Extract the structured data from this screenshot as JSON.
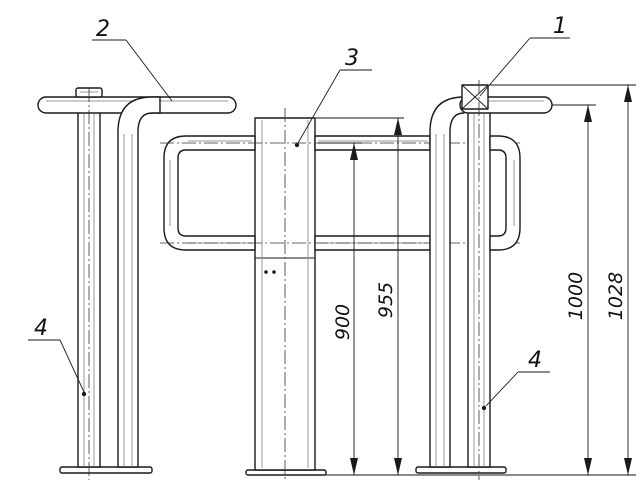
{
  "callouts": {
    "c1": "1",
    "c2": "2",
    "c3": "3",
    "c4_left": "4",
    "c4_right": "4"
  },
  "dimensions": {
    "d900": "900",
    "d955": "955",
    "d1000": "1000",
    "d1028": "1028"
  },
  "colors": {
    "line": "#1a1a1a",
    "background": "#ffffff"
  }
}
